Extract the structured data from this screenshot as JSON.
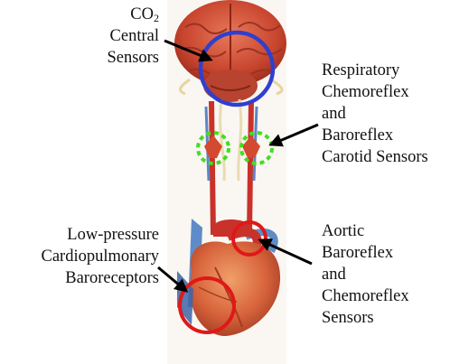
{
  "labels": {
    "co2": {
      "line1_prefix": "CO",
      "line1_sub": "2",
      "line2": "Central",
      "line3": "Sensors"
    },
    "carotid": {
      "lines": [
        "Respiratory",
        "Chemoreflex",
        "and",
        "Baroreflex",
        "Carotid Sensors"
      ]
    },
    "cardiopulmonary": {
      "lines": [
        "Low-pressure",
        "Cardiopulmonary",
        "Baroreceptors"
      ]
    },
    "aortic": {
      "lines": [
        "Aortic",
        "Baroreflex",
        "and",
        "Chemoreflex",
        "Sensors"
      ]
    }
  },
  "colors": {
    "central_ring": "#2f3fd0",
    "carotid_ring": "#44dd22",
    "aortic_ring": "#e01818",
    "cardiopulmonary_ring": "#e01818",
    "brain": "#d4543a",
    "artery": "#c8322a",
    "vein": "#4e7fbf",
    "nerve": "#e4d6a0",
    "heart": "#d9623d",
    "arrow": "#000000"
  },
  "icons": {
    "brain": "brain-illustration",
    "heart": "heart-illustration"
  }
}
